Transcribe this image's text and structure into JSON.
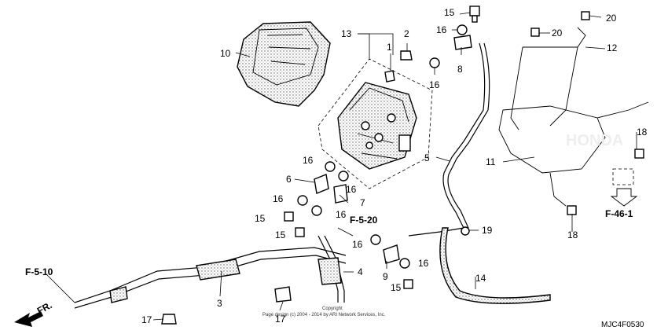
{
  "diagram": {
    "callouts": [
      "1",
      "2",
      "3",
      "4",
      "5",
      "6",
      "7",
      "8",
      "9",
      "10",
      "11",
      "12",
      "13",
      "14",
      "15",
      "15",
      "15",
      "15",
      "16",
      "16",
      "16",
      "16",
      "16",
      "16",
      "16",
      "16",
      "17",
      "17",
      "18",
      "18",
      "19",
      "20",
      "20"
    ],
    "refs": {
      "f_5_10": "F-5-10",
      "f_5_20": "F-5-20",
      "f_46_1": "F-46-1"
    },
    "front_marker": "FR.",
    "copyright_line1": "Copyright",
    "copyright_line2": "Page design (c) 2004 - 2014 by ARI Network Services, Inc.",
    "diagram_code": "MJC4F0530"
  }
}
